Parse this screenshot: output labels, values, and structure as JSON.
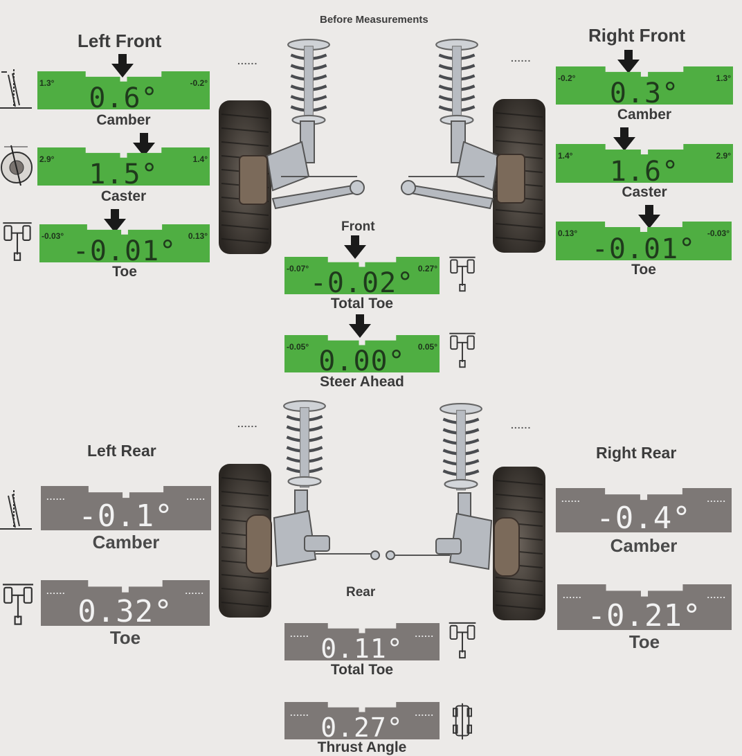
{
  "title": "Before Measurements",
  "dots": "......",
  "front": {
    "section_label": "Front",
    "left": {
      "title": "Left Front",
      "camber": {
        "label": "Camber",
        "value": "0.6°",
        "min": "1.3°",
        "max": "-0.2°"
      },
      "caster": {
        "label": "Caster",
        "value": "1.5°",
        "min": "2.9°",
        "max": "1.4°"
      },
      "toe": {
        "label": "Toe",
        "value": "-0.01°",
        "min": "-0.03°",
        "max": "0.13°"
      }
    },
    "right": {
      "title": "Right Front",
      "camber": {
        "label": "Camber",
        "value": "0.3°",
        "min": "-0.2°",
        "max": "1.3°"
      },
      "caster": {
        "label": "Caster",
        "value": "1.6°",
        "min": "1.4°",
        "max": "2.9°"
      },
      "toe": {
        "label": "Toe",
        "value": "-0.01°",
        "min": "0.13°",
        "max": "-0.03°"
      }
    },
    "total_toe": {
      "label": "Total Toe",
      "value": "-0.02°",
      "min": "-0.07°",
      "max": "0.27°"
    },
    "steer_ahead": {
      "label": "Steer Ahead",
      "value": "0.00°",
      "min": "-0.05°",
      "max": "0.05°"
    }
  },
  "rear": {
    "section_label": "Rear",
    "left": {
      "title": "Left Rear",
      "camber": {
        "label": "Camber",
        "value": "-0.1°"
      },
      "toe": {
        "label": "Toe",
        "value": "0.32°"
      }
    },
    "right": {
      "title": "Right Rear",
      "camber": {
        "label": "Camber",
        "value": "-0.4°"
      },
      "toe": {
        "label": "Toe",
        "value": "-0.21°"
      }
    },
    "total_toe": {
      "label": "Total Toe",
      "value": "0.11°"
    },
    "thrust_angle": {
      "label": "Thrust Angle",
      "value": "0.27°"
    }
  },
  "colors": {
    "in_spec": "#4fae42",
    "no_spec": "#7d7876",
    "background": "#eceae8"
  },
  "icons": [
    "camber-diagram-icon",
    "caster-diagram-icon",
    "toe-diagram-icon",
    "total-toe-diagram-icon",
    "steer-ahead-diagram-icon",
    "thrust-angle-diagram-icon",
    "down-arrow-icon",
    "front-suspension-icon",
    "rear-suspension-icon"
  ]
}
